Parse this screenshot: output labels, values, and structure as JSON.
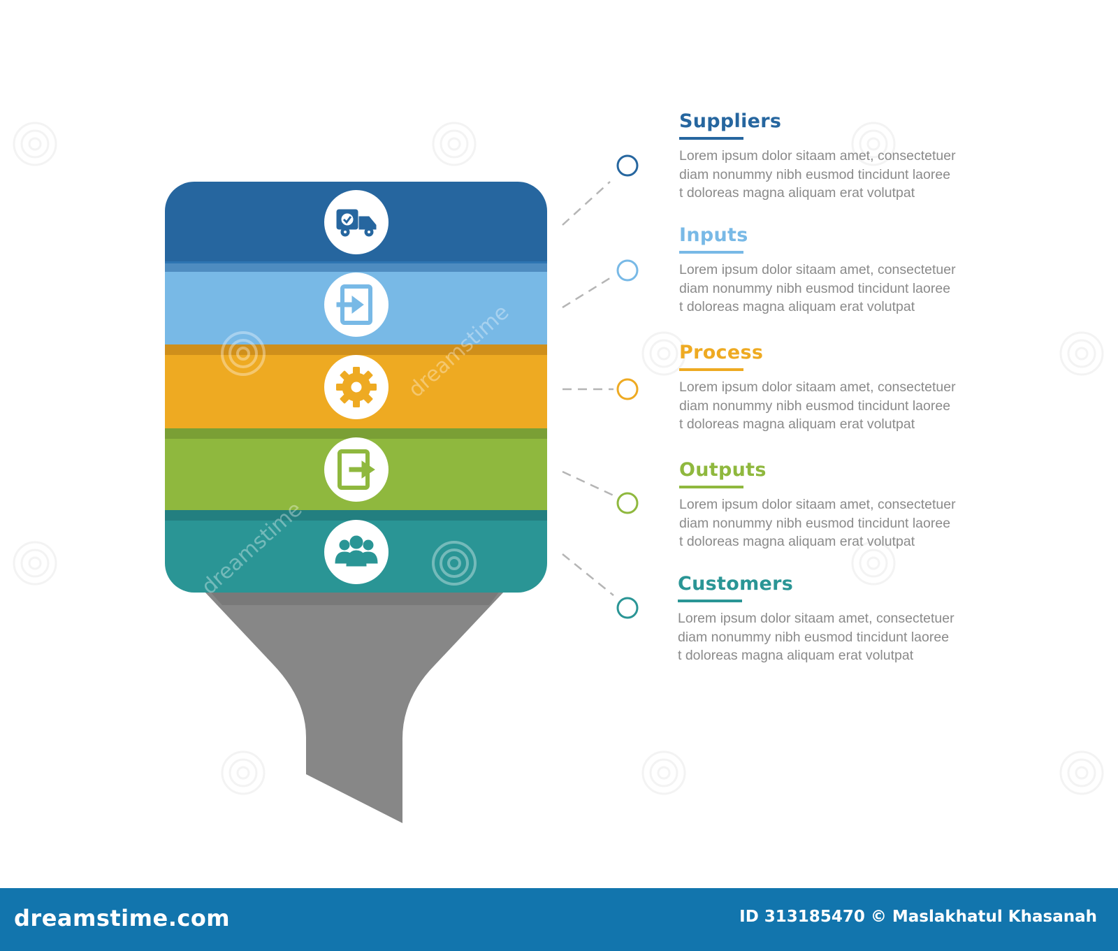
{
  "colors": {
    "suppliers": "#26669f",
    "inputs": "#78b9e6",
    "process": "#eeaa22",
    "outputs": "#8fb83e",
    "customers": "#2a9595",
    "funnel_stem": "#878787",
    "footer": "#1275ad"
  },
  "layers": [
    {
      "key": "suppliers",
      "icon": "delivery-truck-icon"
    },
    {
      "key": "inputs",
      "icon": "login-door-icon"
    },
    {
      "key": "process",
      "icon": "gear-icon"
    },
    {
      "key": "outputs",
      "icon": "logout-door-icon"
    },
    {
      "key": "customers",
      "icon": "people-group-icon"
    }
  ],
  "items": [
    {
      "title": "Suppliers",
      "desc": [
        "Lorem ipsum dolor sitaam amet, consectetuer",
        "diam nonummy  nibh eusmod tincidunt laoree",
        "t doloreas magna aliquam erat volutpat"
      ]
    },
    {
      "title": "Inputs",
      "desc": [
        "Lorem ipsum dolor sitaam amet, consectetuer",
        "diam nonummy  nibh eusmod tincidunt laoree",
        "t doloreas magna aliquam erat volutpat"
      ]
    },
    {
      "title": "Process",
      "desc": [
        "Lorem ipsum dolor sitaam amet, consectetuer",
        "diam nonummy  nibh eusmod tincidunt laoree",
        "t doloreas magna aliquam erat volutpat"
      ]
    },
    {
      "title": "Outputs",
      "desc": [
        "Lorem ipsum dolor sitaam amet, consectetuer",
        "diam nonummy  nibh eusmod tincidunt laoree",
        "t doloreas magna aliquam erat volutpat"
      ]
    },
    {
      "title": "Customers",
      "desc": [
        "Lorem ipsum dolor sitaam amet, consectetuer",
        "diam nonummy  nibh eusmod tincidunt laoree",
        "t doloreas magna aliquam erat volutpat"
      ]
    }
  ],
  "watermark": "dreamstime",
  "footer": {
    "brand": "dreamstime.com",
    "id_text": "ID 313185470 © Maslakhatul Khasanah"
  }
}
